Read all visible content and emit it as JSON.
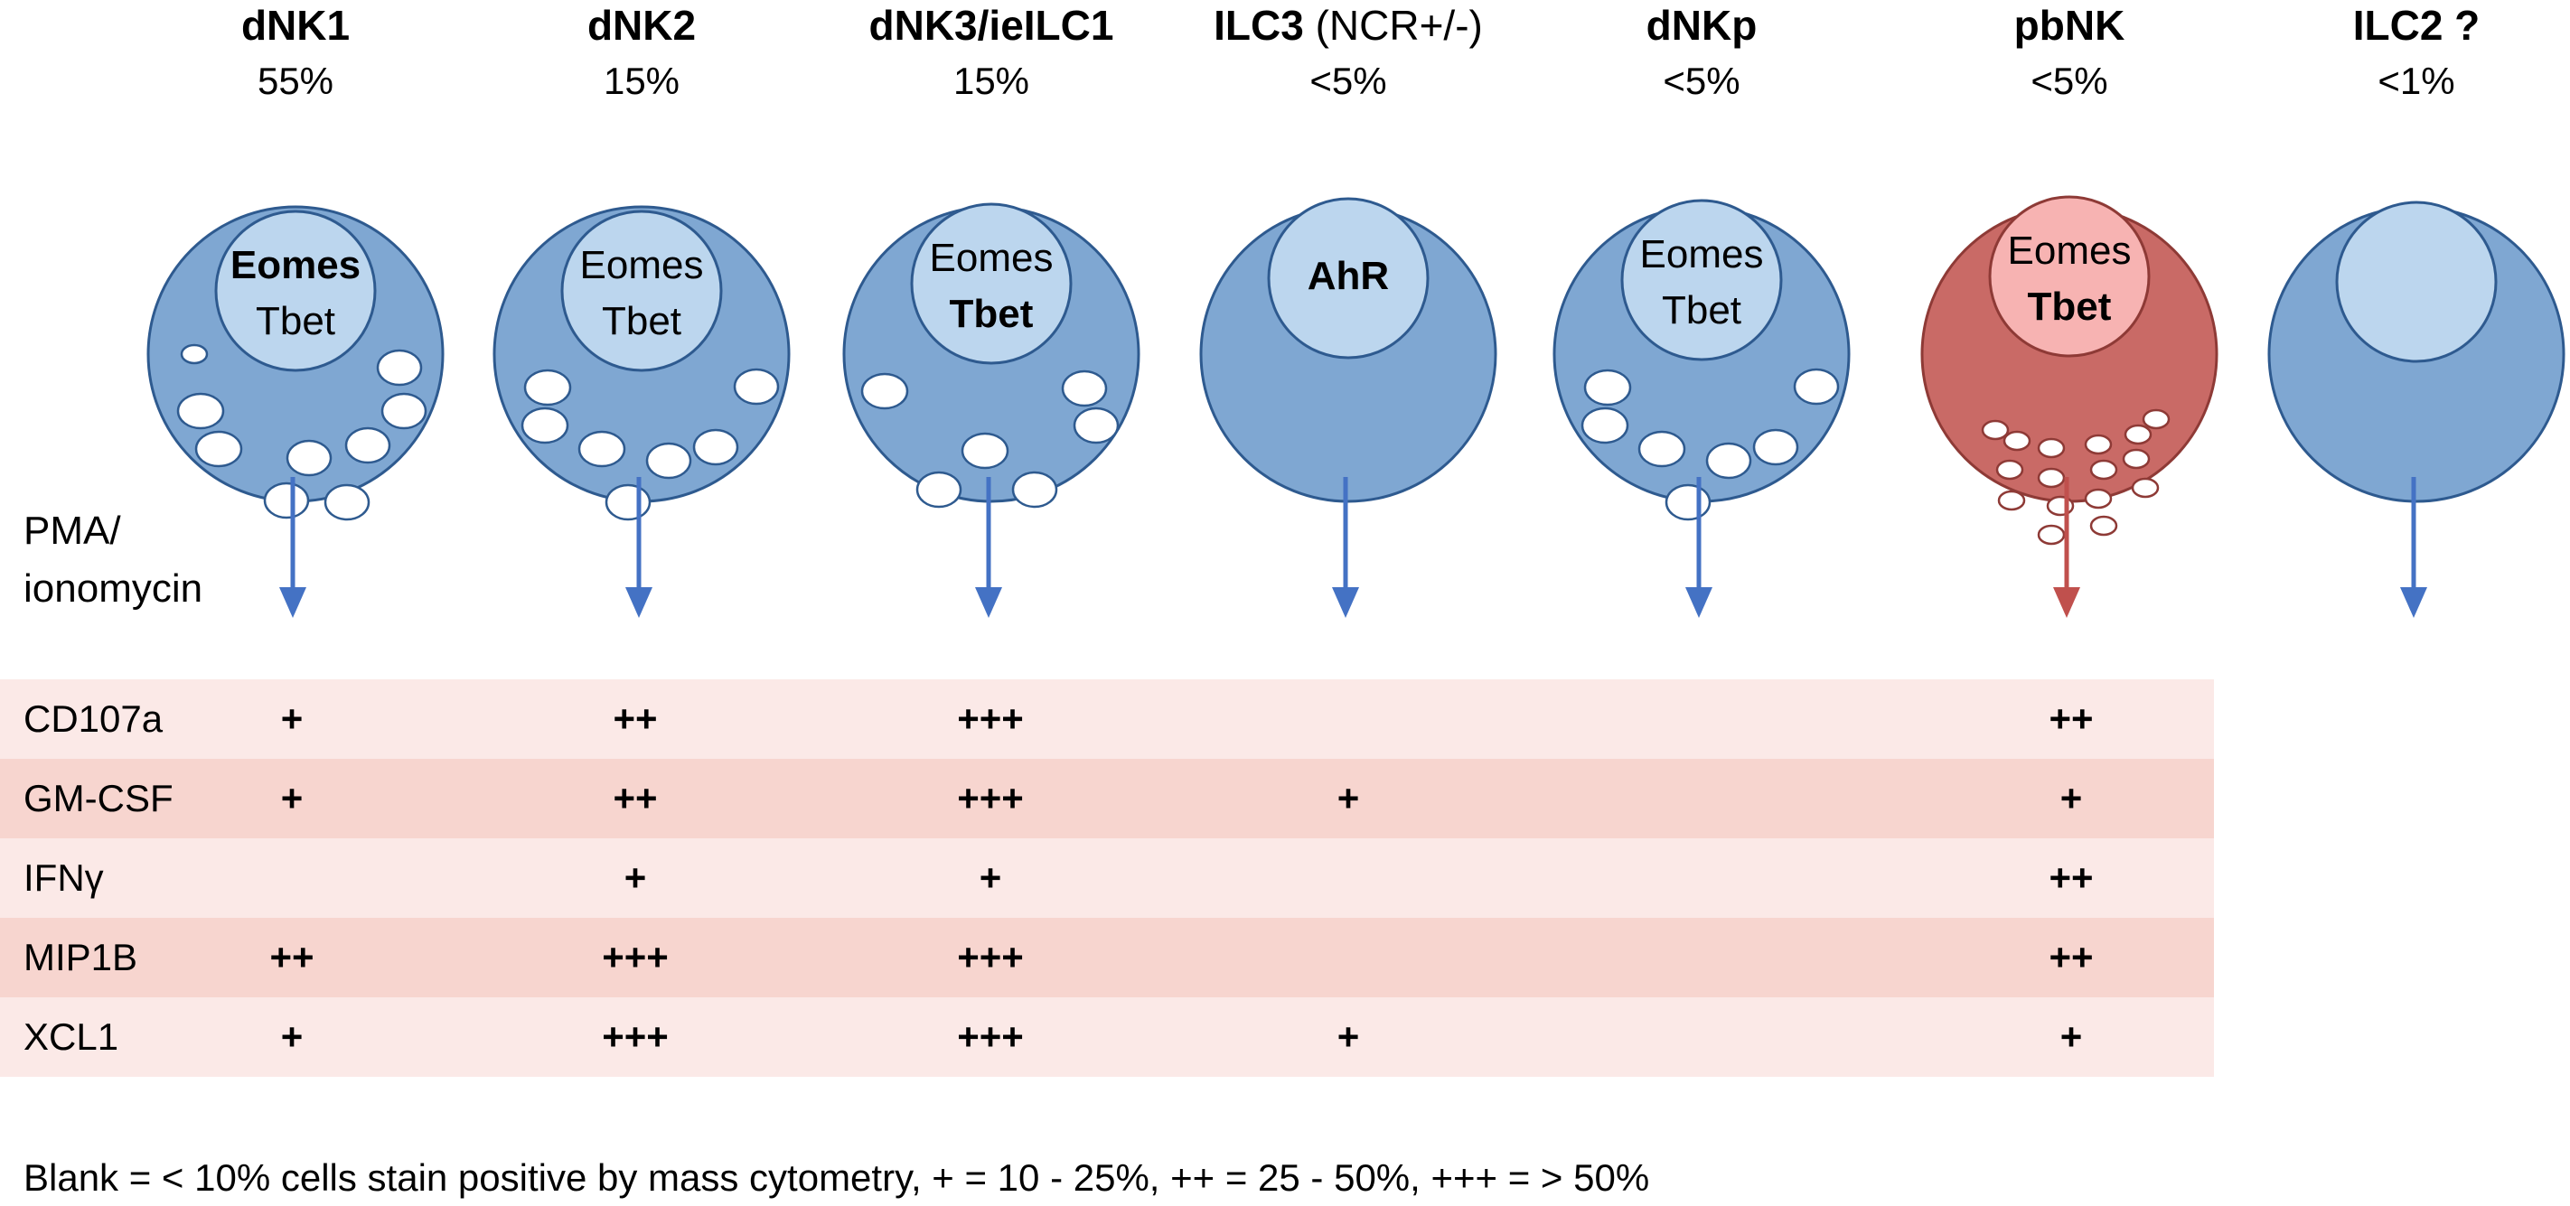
{
  "colors": {
    "outer_blue": "#7fa7d2",
    "outer_blue_stroke": "#2e5a8f",
    "nucleus_blue": "#bcd6ee",
    "outer_red": "#c96a66",
    "nucleus_red": "#f7b3b2",
    "arrow_blue": "#4472c4",
    "arrow_red": "#c0504d",
    "row_light": "#fbe9e7",
    "row_dark": "#f7d5cf"
  },
  "columns": [
    {
      "name": "dNK1",
      "name_suffix": "",
      "percent": "55%",
      "nucleus": [
        "Eomes",
        "Tbet"
      ],
      "bold_line": 0,
      "style": "blue",
      "granules": "g1"
    },
    {
      "name": "dNK2",
      "name_suffix": "",
      "percent": "15%",
      "nucleus": [
        "Eomes",
        "Tbet"
      ],
      "bold_line": -1,
      "style": "blue",
      "granules": "g2"
    },
    {
      "name": "dNK3/ieILC1",
      "name_suffix": "",
      "percent": "15%",
      "nucleus": [
        "Eomes",
        "Tbet"
      ],
      "bold_line": 1,
      "style": "blue",
      "granules": "g3"
    },
    {
      "name": "ILC3",
      "name_suffix": " (NCR+/-)",
      "percent": "<5%",
      "nucleus": [
        "AhR"
      ],
      "bold_line": 0,
      "style": "blue",
      "granules": "none"
    },
    {
      "name": "dNKp",
      "name_suffix": "",
      "percent": "<5%",
      "nucleus": [
        "Eomes",
        "Tbet"
      ],
      "bold_line": -1,
      "style": "blue",
      "granules": "g2"
    },
    {
      "name": "pbNK",
      "name_suffix": "",
      "percent": "<5%",
      "nucleus": [
        "Eomes",
        "Tbet"
      ],
      "bold_line": 1,
      "style": "red",
      "granules": "small"
    },
    {
      "name": "ILC2 ?",
      "name_suffix": "",
      "percent": "<1%",
      "nucleus": [],
      "bold_line": -1,
      "style": "blue",
      "granules": "none"
    }
  ],
  "stimulus_label": [
    "PMA/",
    "ionomycin"
  ],
  "table": {
    "rows": [
      {
        "marker": "CD107a",
        "values": [
          "+",
          "++",
          "+++",
          "",
          "",
          "++"
        ]
      },
      {
        "marker": "GM-CSF",
        "values": [
          "+",
          "++",
          "+++",
          "+",
          "",
          "+"
        ]
      },
      {
        "marker": "IFNγ",
        "values": [
          "",
          "+",
          "+",
          "",
          "",
          "++"
        ]
      },
      {
        "marker": "MIP1B",
        "values": [
          "++",
          "+++",
          "+++",
          "",
          "",
          "++"
        ]
      },
      {
        "marker": "XCL1",
        "values": [
          "+",
          "+++",
          "+++",
          "+",
          "",
          "+"
        ]
      }
    ]
  },
  "footnote": "Blank = < 10% cells stain positive by mass cytometry, + = 10 - 25%, ++ = 25 - 50%, +++ = > 50%"
}
